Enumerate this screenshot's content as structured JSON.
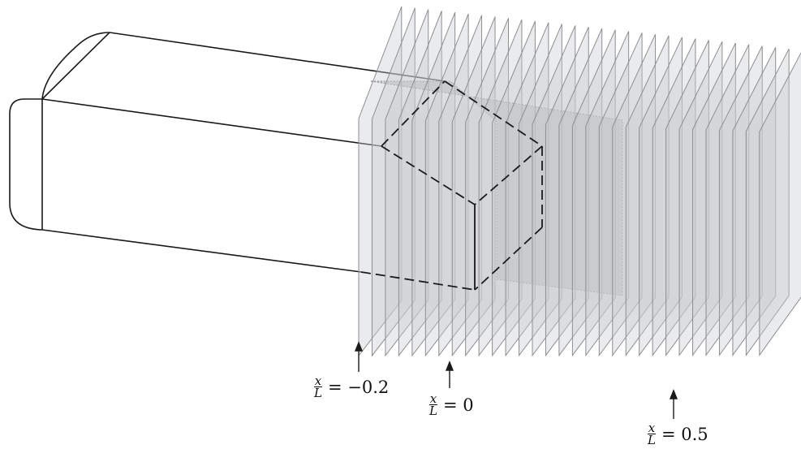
{
  "stations": [
    {
      "numerator": "x",
      "denominator": "L",
      "value_text": "= −0.2",
      "x_over_L": -0.2
    },
    {
      "numerator": "x",
      "denominator": "L",
      "value_text": "= 0",
      "x_over_L": 0
    },
    {
      "numerator": "x",
      "denominator": "L",
      "value_text": "= 0.5",
      "x_over_L": 0.5
    }
  ],
  "colors": {
    "plane_fill": "#c9cacd",
    "plane_edge": "#8d8e92",
    "outline": "#1a1a1a",
    "rear_fill": "#9b9ca0"
  }
}
